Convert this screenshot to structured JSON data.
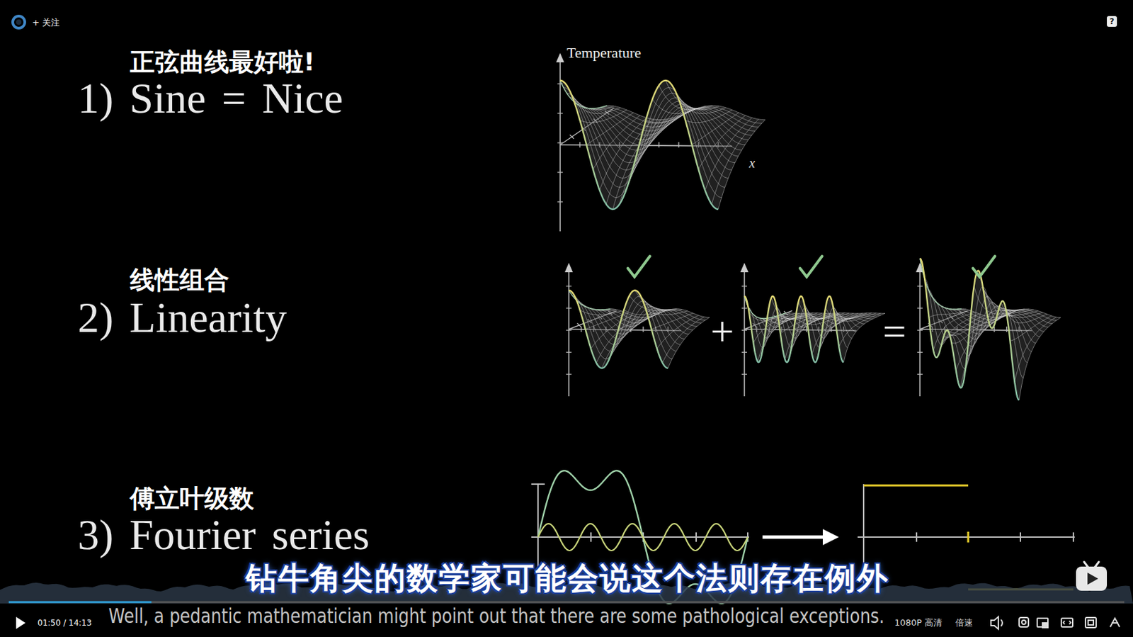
{
  "diagram": {
    "labels": [
      "+ 关注",
      "?",
      "正弦曲线最好啦!",
      "1) Sine = Nice",
      "Temperature",
      "x",
      "线性组合",
      "2) Linearity",
      "+",
      "=",
      "傅立叶级数",
      "3) Fourier series",
      "钻牛角尖的数学家可能会说这个法则存在例外",
      "Well, a pedantic mathematician might point out that there are some pathological exceptions.",
      "01:50 / 14:13",
      "1080P 高清",
      "倍速"
    ]
  }
}
